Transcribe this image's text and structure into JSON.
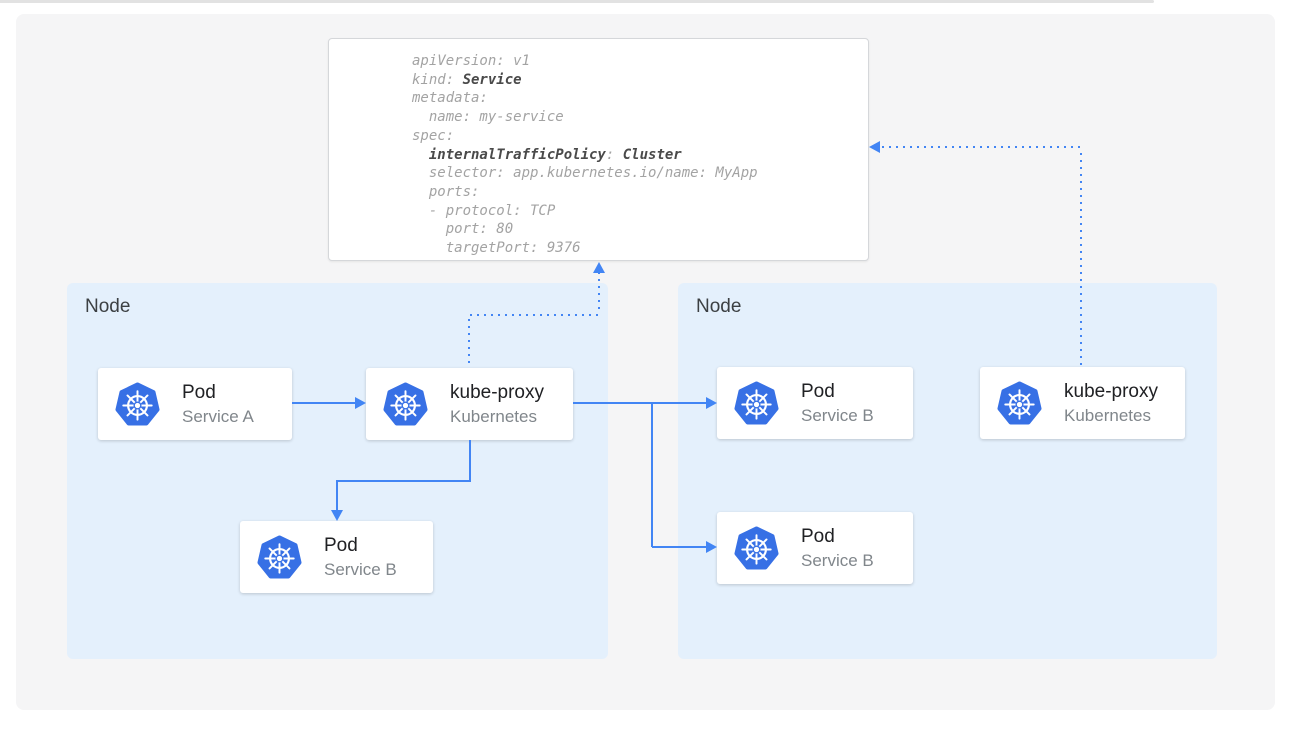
{
  "yaml_card": {
    "lines": [
      [
        {
          "text": "apiVersion: v1",
          "bold": false
        }
      ],
      [
        {
          "text": "kind: ",
          "bold": false
        },
        {
          "text": "Service",
          "bold": true
        }
      ],
      [
        {
          "text": "metadata:",
          "bold": false
        }
      ],
      [
        {
          "text": "  name: my-service",
          "bold": false
        }
      ],
      [
        {
          "text": "spec:",
          "bold": false
        }
      ],
      [
        {
          "text": "  ",
          "bold": false
        },
        {
          "text": "internalTrafficPolicy",
          "bold": true
        },
        {
          "text": ": ",
          "bold": false
        },
        {
          "text": "Cluster",
          "bold": true
        }
      ],
      [
        {
          "text": "  selector: app.kubernetes.io/name: MyApp",
          "bold": false
        }
      ],
      [
        {
          "text": "  ports:",
          "bold": false
        }
      ],
      [
        {
          "text": "  - protocol: TCP",
          "bold": false
        }
      ],
      [
        {
          "text": "    port: 80",
          "bold": false
        }
      ],
      [
        {
          "text": "    targetPort: 9376",
          "bold": false
        }
      ]
    ]
  },
  "nodes": [
    {
      "label": "Node",
      "cards": [
        {
          "title": "Pod",
          "subtitle": "Service A"
        },
        {
          "title": "kube-proxy",
          "subtitle": "Kubernetes"
        },
        {
          "title": "Pod",
          "subtitle": "Service B"
        }
      ]
    },
    {
      "label": "Node",
      "cards": [
        {
          "title": "Pod",
          "subtitle": "Service B"
        },
        {
          "title": "Pod",
          "subtitle": "Service B"
        },
        {
          "title": "kube-proxy",
          "subtitle": "Kubernetes"
        }
      ]
    }
  ],
  "icons": {
    "kubernetes": "kubernetes-helm-wheel-icon"
  },
  "colors": {
    "arrow_blue": "#4285f4",
    "kubernetes_blue": "#3770e5",
    "node_background": "#e4f0fc",
    "panel_background": "#f5f5f6",
    "code_gray": "#a3a3a3",
    "code_bold": "#4a4a4a"
  }
}
